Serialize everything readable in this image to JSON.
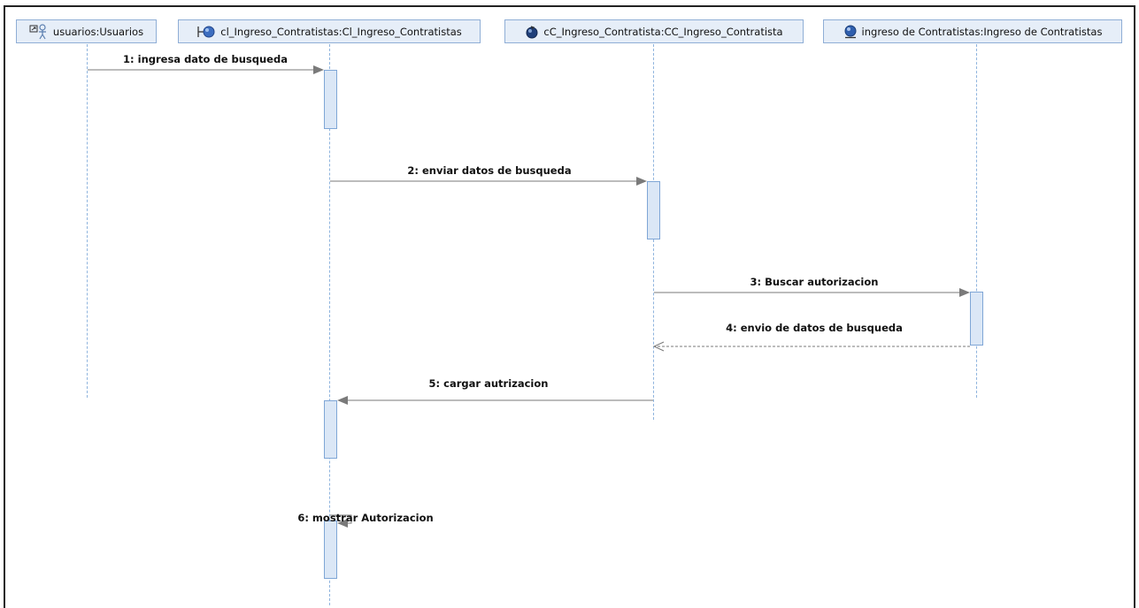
{
  "lifelines": [
    {
      "id": "usuarios",
      "label": "usuarios:Usuarios",
      "icon": "actor-icon"
    },
    {
      "id": "cl",
      "label": "cl_Ingreso_Contratistas:Cl_Ingreso_Contratistas",
      "icon": "boundary-icon"
    },
    {
      "id": "cc",
      "label": "cC_Ingreso_Contratista:CC_Ingreso_Contratista",
      "icon": "control-icon"
    },
    {
      "id": "ing",
      "label": "ingreso de Contratistas:Ingreso de Contratistas",
      "icon": "entity-icon"
    }
  ],
  "messages": [
    {
      "label": "1: ingresa dato de busqueda",
      "from": "usuarios",
      "to": "cl",
      "kind": "sync"
    },
    {
      "label": "2: enviar datos de busqueda",
      "from": "cl",
      "to": "cc",
      "kind": "sync"
    },
    {
      "label": "3: Buscar autorizacion",
      "from": "cc",
      "to": "ing",
      "kind": "sync"
    },
    {
      "label": "4: envio de datos de busqueda",
      "from": "ing",
      "to": "cc",
      "kind": "reply"
    },
    {
      "label": "5: cargar autrizacion",
      "from": "cc",
      "to": "cl",
      "kind": "sync"
    },
    {
      "label": "6: mostrar Autorizacion",
      "from": "cl",
      "to": "cl",
      "kind": "self"
    }
  ],
  "colors": {
    "lifeline_fill": "#e6eef8",
    "lifeline_border": "#8faed6",
    "activation_fill": "#dbe7f6",
    "arrow": "#7a7a7a"
  }
}
